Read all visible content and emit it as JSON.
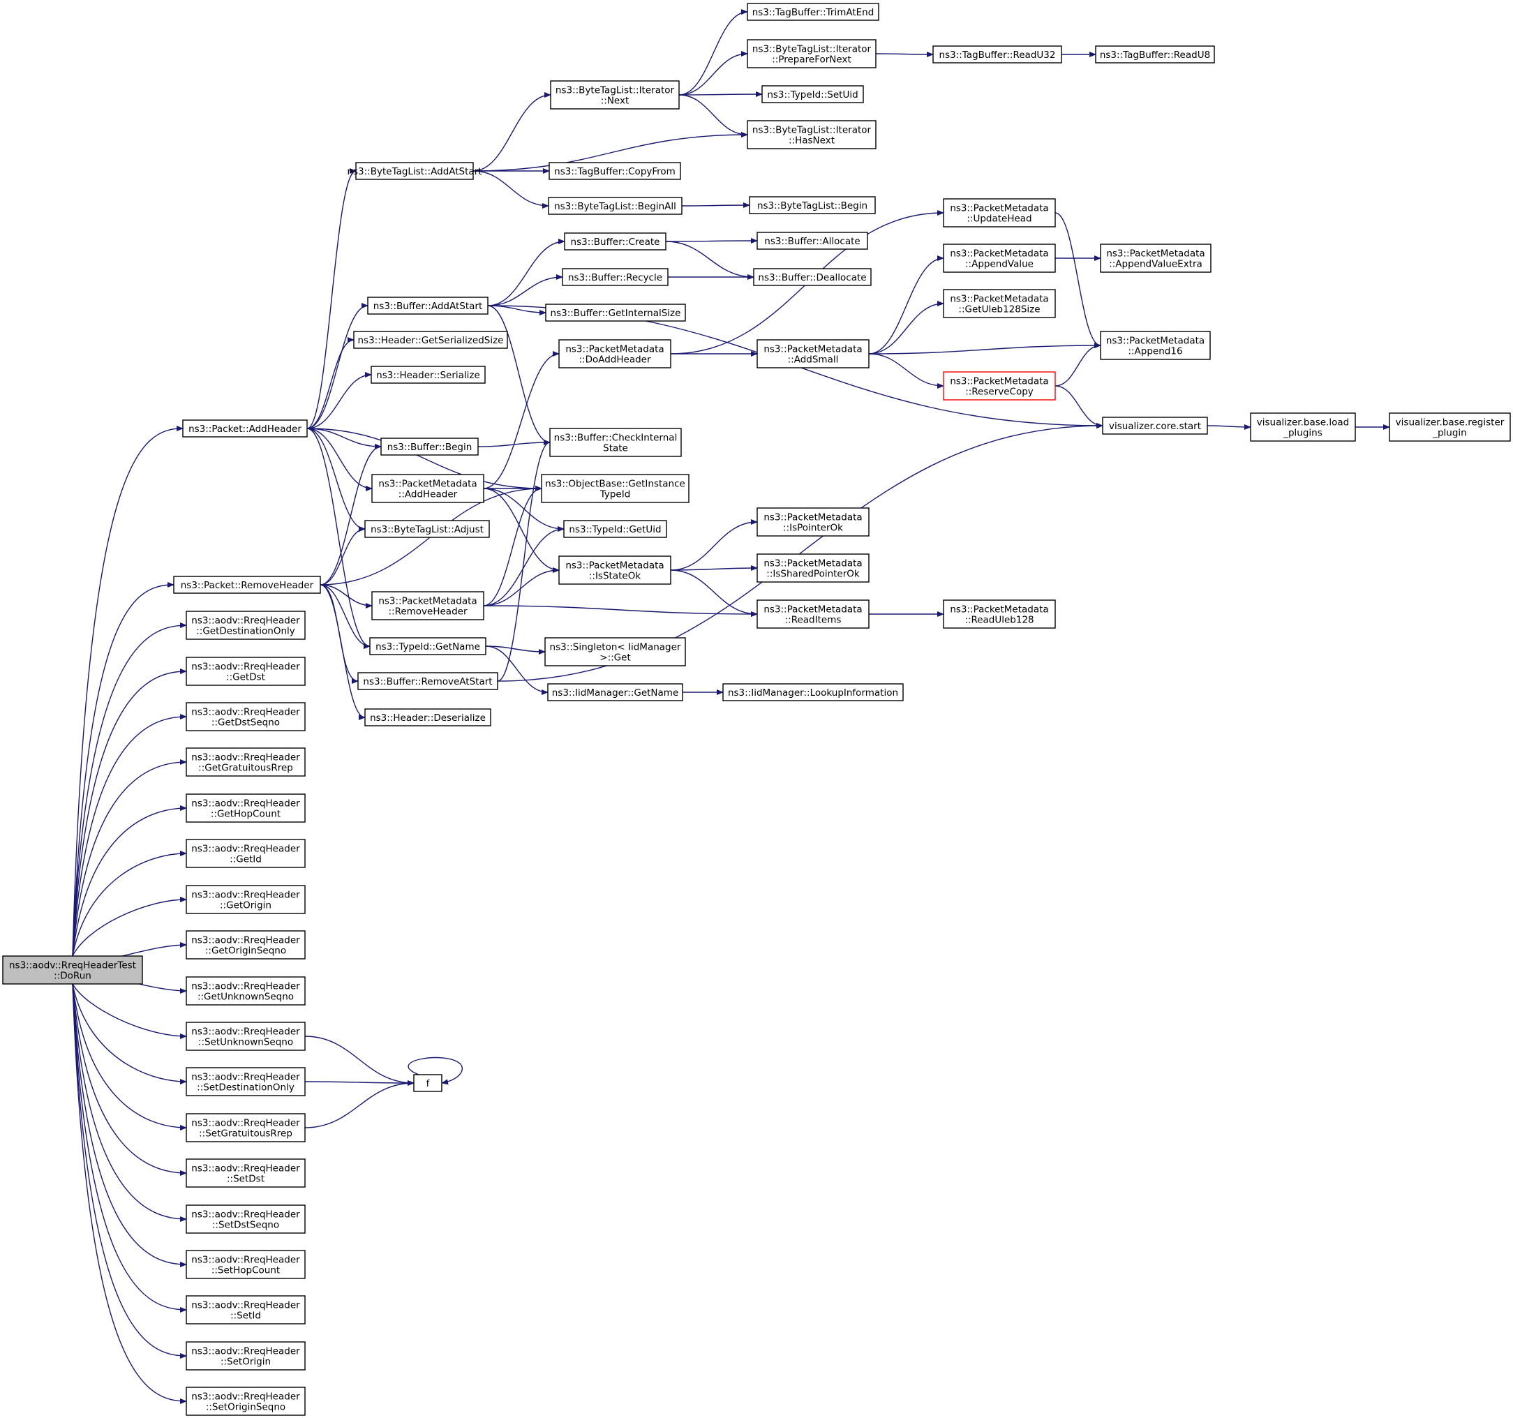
{
  "nodes": {
    "root": {
      "lines": [
        "ns3::aodv::RreqHeaderTest",
        "::DoRun"
      ]
    },
    "pkt_add": {
      "lines": [
        "ns3::Packet::AddHeader"
      ]
    },
    "pkt_rem": {
      "lines": [
        "ns3::Packet::RemoveHeader"
      ]
    },
    "r_getdestonly": {
      "lines": [
        "ns3::aodv::RreqHeader",
        "::GetDestinationOnly"
      ]
    },
    "r_getdst": {
      "lines": [
        "ns3::aodv::RreqHeader",
        "::GetDst"
      ]
    },
    "r_getdstseq": {
      "lines": [
        "ns3::aodv::RreqHeader",
        "::GetDstSeqno"
      ]
    },
    "r_getgrat": {
      "lines": [
        "ns3::aodv::RreqHeader",
        "::GetGratuitousRrep"
      ]
    },
    "r_gethop": {
      "lines": [
        "ns3::aodv::RreqHeader",
        "::GetHopCount"
      ]
    },
    "r_getid": {
      "lines": [
        "ns3::aodv::RreqHeader",
        "::GetId"
      ]
    },
    "r_getorig": {
      "lines": [
        "ns3::aodv::RreqHeader",
        "::GetOrigin"
      ]
    },
    "r_getorigseq": {
      "lines": [
        "ns3::aodv::RreqHeader",
        "::GetOriginSeqno"
      ]
    },
    "r_getunk": {
      "lines": [
        "ns3::aodv::RreqHeader",
        "::GetUnknownSeqno"
      ]
    },
    "r_setunk": {
      "lines": [
        "ns3::aodv::RreqHeader",
        "::SetUnknownSeqno"
      ]
    },
    "r_setdestonly": {
      "lines": [
        "ns3::aodv::RreqHeader",
        "::SetDestinationOnly"
      ]
    },
    "r_setgrat": {
      "lines": [
        "ns3::aodv::RreqHeader",
        "::SetGratuitousRrep"
      ]
    },
    "r_setdst": {
      "lines": [
        "ns3::aodv::RreqHeader",
        "::SetDst"
      ]
    },
    "r_setdstseq": {
      "lines": [
        "ns3::aodv::RreqHeader",
        "::SetDstSeqno"
      ]
    },
    "r_sethop": {
      "lines": [
        "ns3::aodv::RreqHeader",
        "::SetHopCount"
      ]
    },
    "r_setid": {
      "lines": [
        "ns3::aodv::RreqHeader",
        "::SetId"
      ]
    },
    "r_setorig": {
      "lines": [
        "ns3::aodv::RreqHeader",
        "::SetOrigin"
      ]
    },
    "r_setorigseq": {
      "lines": [
        "ns3::aodv::RreqHeader",
        "::SetOriginSeqno"
      ]
    },
    "f": {
      "lines": [
        "f"
      ]
    },
    "btl_addatstart": {
      "lines": [
        "ns3::ByteTagList::AddAtStart"
      ]
    },
    "buf_addatstart": {
      "lines": [
        "ns3::Buffer::AddAtStart"
      ]
    },
    "hdr_getsersize": {
      "lines": [
        "ns3::Header::GetSerializedSize"
      ]
    },
    "hdr_serialize": {
      "lines": [
        "ns3::Header::Serialize"
      ]
    },
    "buf_begin": {
      "lines": [
        "ns3::Buffer::Begin"
      ]
    },
    "pm_addheader": {
      "lines": [
        "ns3::PacketMetadata",
        "::AddHeader"
      ]
    },
    "btl_adjust": {
      "lines": [
        "ns3::ByteTagList::Adjust"
      ]
    },
    "pm_remheader": {
      "lines": [
        "ns3::PacketMetadata",
        "::RemoveHeader"
      ]
    },
    "typeid_getname": {
      "lines": [
        "ns3::TypeId::GetName"
      ]
    },
    "buf_remstart": {
      "lines": [
        "ns3::Buffer::RemoveAtStart"
      ]
    },
    "hdr_deser": {
      "lines": [
        "ns3::Header::Deserialize"
      ]
    },
    "btli_next": {
      "lines": [
        "ns3::ByteTagList::Iterator",
        "::Next"
      ]
    },
    "tb_copyfrom": {
      "lines": [
        "ns3::TagBuffer::CopyFrom"
      ]
    },
    "btl_beginall": {
      "lines": [
        "ns3::ByteTagList::BeginAll"
      ]
    },
    "buf_create": {
      "lines": [
        "ns3::Buffer::Create"
      ]
    },
    "buf_recycle": {
      "lines": [
        "ns3::Buffer::Recycle"
      ]
    },
    "buf_getintsize": {
      "lines": [
        "ns3::Buffer::GetInternalSize"
      ]
    },
    "pm_doaddheader": {
      "lines": [
        "ns3::PacketMetadata",
        "::DoAddHeader"
      ]
    },
    "buf_checkint": {
      "lines": [
        "ns3::Buffer::CheckInternal",
        "State"
      ]
    },
    "ob_getinst": {
      "lines": [
        "ns3::ObjectBase::GetInstance",
        "TypeId"
      ]
    },
    "typeid_getuid": {
      "lines": [
        "ns3::TypeId::GetUid"
      ]
    },
    "pm_isstateok": {
      "lines": [
        "ns3::PacketMetadata",
        "::IsStateOk"
      ]
    },
    "singleton_get": {
      "lines": [
        "ns3::Singleton< IidManager",
        " >::Get"
      ]
    },
    "iid_getname": {
      "lines": [
        "ns3::IidManager::GetName"
      ]
    },
    "tb_trimatend": {
      "lines": [
        "ns3::TagBuffer::TrimAtEnd"
      ]
    },
    "btli_prep": {
      "lines": [
        "ns3::ByteTagList::Iterator",
        "::PrepareForNext"
      ]
    },
    "typeid_setuid": {
      "lines": [
        "ns3::TypeId::SetUid"
      ]
    },
    "btli_hasnext": {
      "lines": [
        "ns3::ByteTagList::Iterator",
        "::HasNext"
      ]
    },
    "btl_begin": {
      "lines": [
        "ns3::ByteTagList::Begin"
      ]
    },
    "buf_allocate": {
      "lines": [
        "ns3::Buffer::Allocate"
      ]
    },
    "buf_dealloc": {
      "lines": [
        "ns3::Buffer::Deallocate"
      ]
    },
    "pm_addsmall": {
      "lines": [
        "ns3::PacketMetadata",
        "::AddSmall"
      ]
    },
    "pm_isptrok": {
      "lines": [
        "ns3::PacketMetadata",
        "::IsPointerOk"
      ]
    },
    "pm_issharedptrok": {
      "lines": [
        "ns3::PacketMetadata",
        "::IsSharedPointerOk"
      ]
    },
    "pm_readitems": {
      "lines": [
        "ns3::PacketMetadata",
        "::ReadItems"
      ]
    },
    "iid_lookup": {
      "lines": [
        "ns3::IidManager::LookupInformation"
      ]
    },
    "tb_readu32": {
      "lines": [
        "ns3::TagBuffer::ReadU32"
      ]
    },
    "tb_readu8": {
      "lines": [
        "ns3::TagBuffer::ReadU8"
      ]
    },
    "pm_updatehead": {
      "lines": [
        "ns3::PacketMetadata",
        "::UpdateHead"
      ]
    },
    "pm_appendvalue": {
      "lines": [
        "ns3::PacketMetadata",
        "::AppendValue"
      ]
    },
    "pm_getuleb": {
      "lines": [
        "ns3::PacketMetadata",
        "::GetUleb128Size"
      ]
    },
    "pm_reservecopy": {
      "lines": [
        "ns3::PacketMetadata",
        "::ReserveCopy"
      ]
    },
    "pm_readuleb": {
      "lines": [
        "ns3::PacketMetadata",
        "::ReadUleb128"
      ]
    },
    "pm_appvalextra": {
      "lines": [
        "ns3::PacketMetadata",
        "::AppendValueExtra"
      ]
    },
    "pm_append16": {
      "lines": [
        "ns3::PacketMetadata",
        "::Append16"
      ]
    },
    "viz_start": {
      "lines": [
        "visualizer.core.start"
      ]
    },
    "viz_load": {
      "lines": [
        "visualizer.base.load",
        "_plugins"
      ]
    },
    "viz_register": {
      "lines": [
        "visualizer.base.register",
        "_plugin"
      ]
    }
  },
  "edges": [
    [
      "root",
      "pkt_add"
    ],
    [
      "root",
      "pkt_rem"
    ],
    [
      "root",
      "r_getdestonly"
    ],
    [
      "root",
      "r_getdst"
    ],
    [
      "root",
      "r_getdstseq"
    ],
    [
      "root",
      "r_getgrat"
    ],
    [
      "root",
      "r_gethop"
    ],
    [
      "root",
      "r_getid"
    ],
    [
      "root",
      "r_getorig"
    ],
    [
      "root",
      "r_getorigseq"
    ],
    [
      "root",
      "r_getunk"
    ],
    [
      "root",
      "r_setunk"
    ],
    [
      "root",
      "r_setdestonly"
    ],
    [
      "root",
      "r_setgrat"
    ],
    [
      "root",
      "r_setdst"
    ],
    [
      "root",
      "r_setdstseq"
    ],
    [
      "root",
      "r_sethop"
    ],
    [
      "root",
      "r_setid"
    ],
    [
      "root",
      "r_setorig"
    ],
    [
      "root",
      "r_setorigseq"
    ],
    [
      "r_setunk",
      "f"
    ],
    [
      "r_setdestonly",
      "f"
    ],
    [
      "r_setgrat",
      "f"
    ],
    [
      "f",
      "f"
    ],
    [
      "pkt_add",
      "btl_addatstart"
    ],
    [
      "pkt_add",
      "buf_addatstart"
    ],
    [
      "pkt_add",
      "hdr_getsersize"
    ],
    [
      "pkt_add",
      "hdr_serialize"
    ],
    [
      "pkt_add",
      "buf_begin"
    ],
    [
      "pkt_add",
      "pm_addheader"
    ],
    [
      "pkt_add",
      "btl_adjust"
    ],
    [
      "pkt_add",
      "ob_getinst"
    ],
    [
      "pkt_add",
      "typeid_getname"
    ],
    [
      "pkt_rem",
      "buf_begin"
    ],
    [
      "pkt_rem",
      "btl_adjust"
    ],
    [
      "pkt_rem",
      "ob_getinst"
    ],
    [
      "pkt_rem",
      "pm_remheader"
    ],
    [
      "pkt_rem",
      "typeid_getname"
    ],
    [
      "pkt_rem",
      "buf_remstart"
    ],
    [
      "pkt_rem",
      "hdr_deser"
    ],
    [
      "btl_addatstart",
      "btli_next"
    ],
    [
      "btl_addatstart",
      "btli_hasnext"
    ],
    [
      "btl_addatstart",
      "tb_copyfrom"
    ],
    [
      "btl_addatstart",
      "btl_beginall"
    ],
    [
      "btli_next",
      "tb_trimatend"
    ],
    [
      "btli_next",
      "btli_prep"
    ],
    [
      "btli_next",
      "typeid_setuid"
    ],
    [
      "btli_next",
      "btli_hasnext"
    ],
    [
      "btli_prep",
      "tb_readu32"
    ],
    [
      "tb_readu32",
      "tb_readu8"
    ],
    [
      "btl_beginall",
      "btl_begin"
    ],
    [
      "buf_addatstart",
      "buf_create"
    ],
    [
      "buf_addatstart",
      "buf_recycle"
    ],
    [
      "buf_addatstart",
      "buf_getintsize"
    ],
    [
      "buf_addatstart",
      "buf_checkint"
    ],
    [
      "buf_addatstart",
      "viz_start"
    ],
    [
      "buf_create",
      "buf_allocate"
    ],
    [
      "buf_create",
      "buf_dealloc"
    ],
    [
      "buf_recycle",
      "buf_dealloc"
    ],
    [
      "buf_begin",
      "buf_checkint"
    ],
    [
      "pm_addheader",
      "pm_doaddheader"
    ],
    [
      "pm_addheader",
      "ob_getinst"
    ],
    [
      "pm_addheader",
      "typeid_getuid"
    ],
    [
      "pm_addheader",
      "pm_isstateok"
    ],
    [
      "pm_doaddheader",
      "pm_updatehead"
    ],
    [
      "pm_doaddheader",
      "pm_addsmall"
    ],
    [
      "pm_addsmall",
      "pm_appendvalue"
    ],
    [
      "pm_addsmall",
      "pm_getuleb"
    ],
    [
      "pm_addsmall",
      "pm_append16"
    ],
    [
      "pm_addsmall",
      "pm_reservecopy"
    ],
    [
      "pm_updatehead",
      "pm_append16"
    ],
    [
      "pm_appendvalue",
      "pm_appvalextra"
    ],
    [
      "pm_reservecopy",
      "pm_append16"
    ],
    [
      "pm_reservecopy",
      "viz_start"
    ],
    [
      "pm_remheader",
      "ob_getinst"
    ],
    [
      "pm_remheader",
      "typeid_getuid"
    ],
    [
      "pm_remheader",
      "pm_isstateok"
    ],
    [
      "pm_remheader",
      "pm_readitems"
    ],
    [
      "pm_isstateok",
      "pm_isptrok"
    ],
    [
      "pm_isstateok",
      "pm_issharedptrok"
    ],
    [
      "pm_isstateok",
      "pm_readitems"
    ],
    [
      "pm_readitems",
      "pm_readuleb"
    ],
    [
      "typeid_getname",
      "singleton_get"
    ],
    [
      "typeid_getname",
      "iid_getname"
    ],
    [
      "iid_getname",
      "iid_lookup"
    ],
    [
      "buf_remstart",
      "buf_checkint"
    ],
    [
      "buf_remstart",
      "viz_start"
    ],
    [
      "viz_start",
      "viz_load"
    ],
    [
      "viz_load",
      "viz_register"
    ]
  ]
}
